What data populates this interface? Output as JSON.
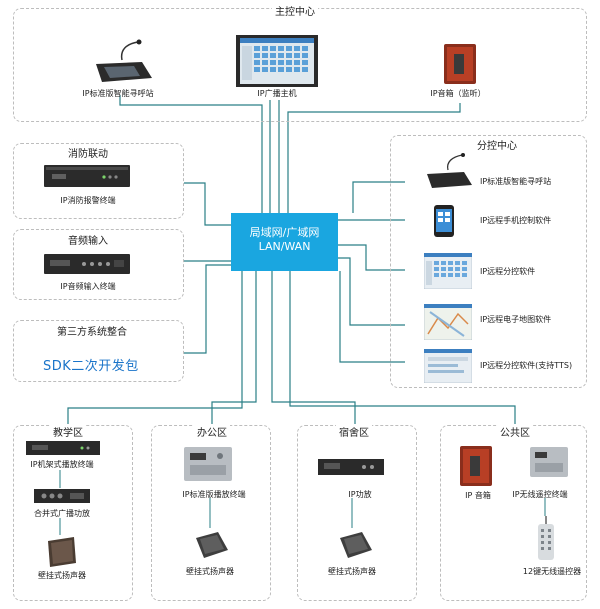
{
  "main_center": {
    "title": "主控中心",
    "call_station": "IP标准版智能寻呼站",
    "host": "IP广播主机",
    "speaker_monitor": "IP音箱（监听）"
  },
  "hub": {
    "line1": "局域网/广域网",
    "line2": "LAN/WAN"
  },
  "fire": {
    "title": "消防联动",
    "device": "IP消防报警终端"
  },
  "audio_in": {
    "title": "音频输入",
    "device": "IP音频输入终端"
  },
  "third_party": {
    "title": "第三方系统整合",
    "sdk": "SDK二次开发包"
  },
  "sub_center": {
    "title": "分控中心",
    "items": [
      "IP标准版智能寻呼站",
      "IP远程手机控制软件",
      "IP远程分控软件",
      "IP远程电子地图软件",
      "IP远程分控软件(支持TTS)"
    ]
  },
  "teaching": {
    "title": "教学区",
    "d1": "IP机架式播放终端",
    "d2": "合并式广播功放",
    "d3": "壁挂式扬声器"
  },
  "office": {
    "title": "办公区",
    "d1": "IP标准版播放终端",
    "d2": "壁挂式扬声器"
  },
  "dorm": {
    "title": "宿舍区",
    "d1": "IP功放",
    "d2": "壁挂式扬声器"
  },
  "public": {
    "title": "公共区",
    "d1": "IP 音箱",
    "d2": "IP无线遥控终端",
    "d3": "12键无线遥控器"
  },
  "colors": {
    "hub": "#1aa6e0",
    "wire": "#2a7f86",
    "border": "#bdbdbd",
    "sdk": "#1a74c9"
  }
}
